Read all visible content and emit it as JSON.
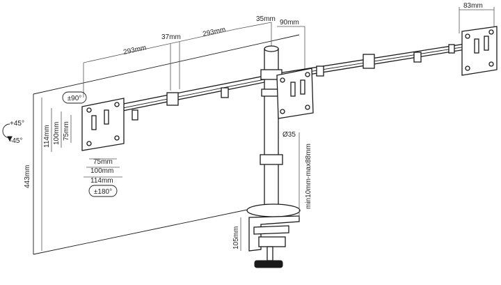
{
  "dimensions": {
    "arm_segment_left": "293mm",
    "arm_segment_right": "293mm",
    "clamp_spacing": "37mm",
    "pole_to_arm": "35mm",
    "center_mount_offset": "90mm",
    "right_plate_width": "83mm",
    "total_height": "443mm",
    "pole_diameter": "Ø35",
    "clamp_range": "min10mm-max88mm",
    "clamp_height": "105mm",
    "vesa_h_114": "114mm",
    "vesa_h_100": "100mm",
    "vesa_h_75": "75mm",
    "vesa_w_75": "75mm",
    "vesa_w_100": "100mm",
    "vesa_w_114": "114mm"
  },
  "badges": {
    "rotation": "±90°",
    "swivel": "±180°"
  },
  "tilt": {
    "up": "+45°",
    "down": "-45°"
  }
}
